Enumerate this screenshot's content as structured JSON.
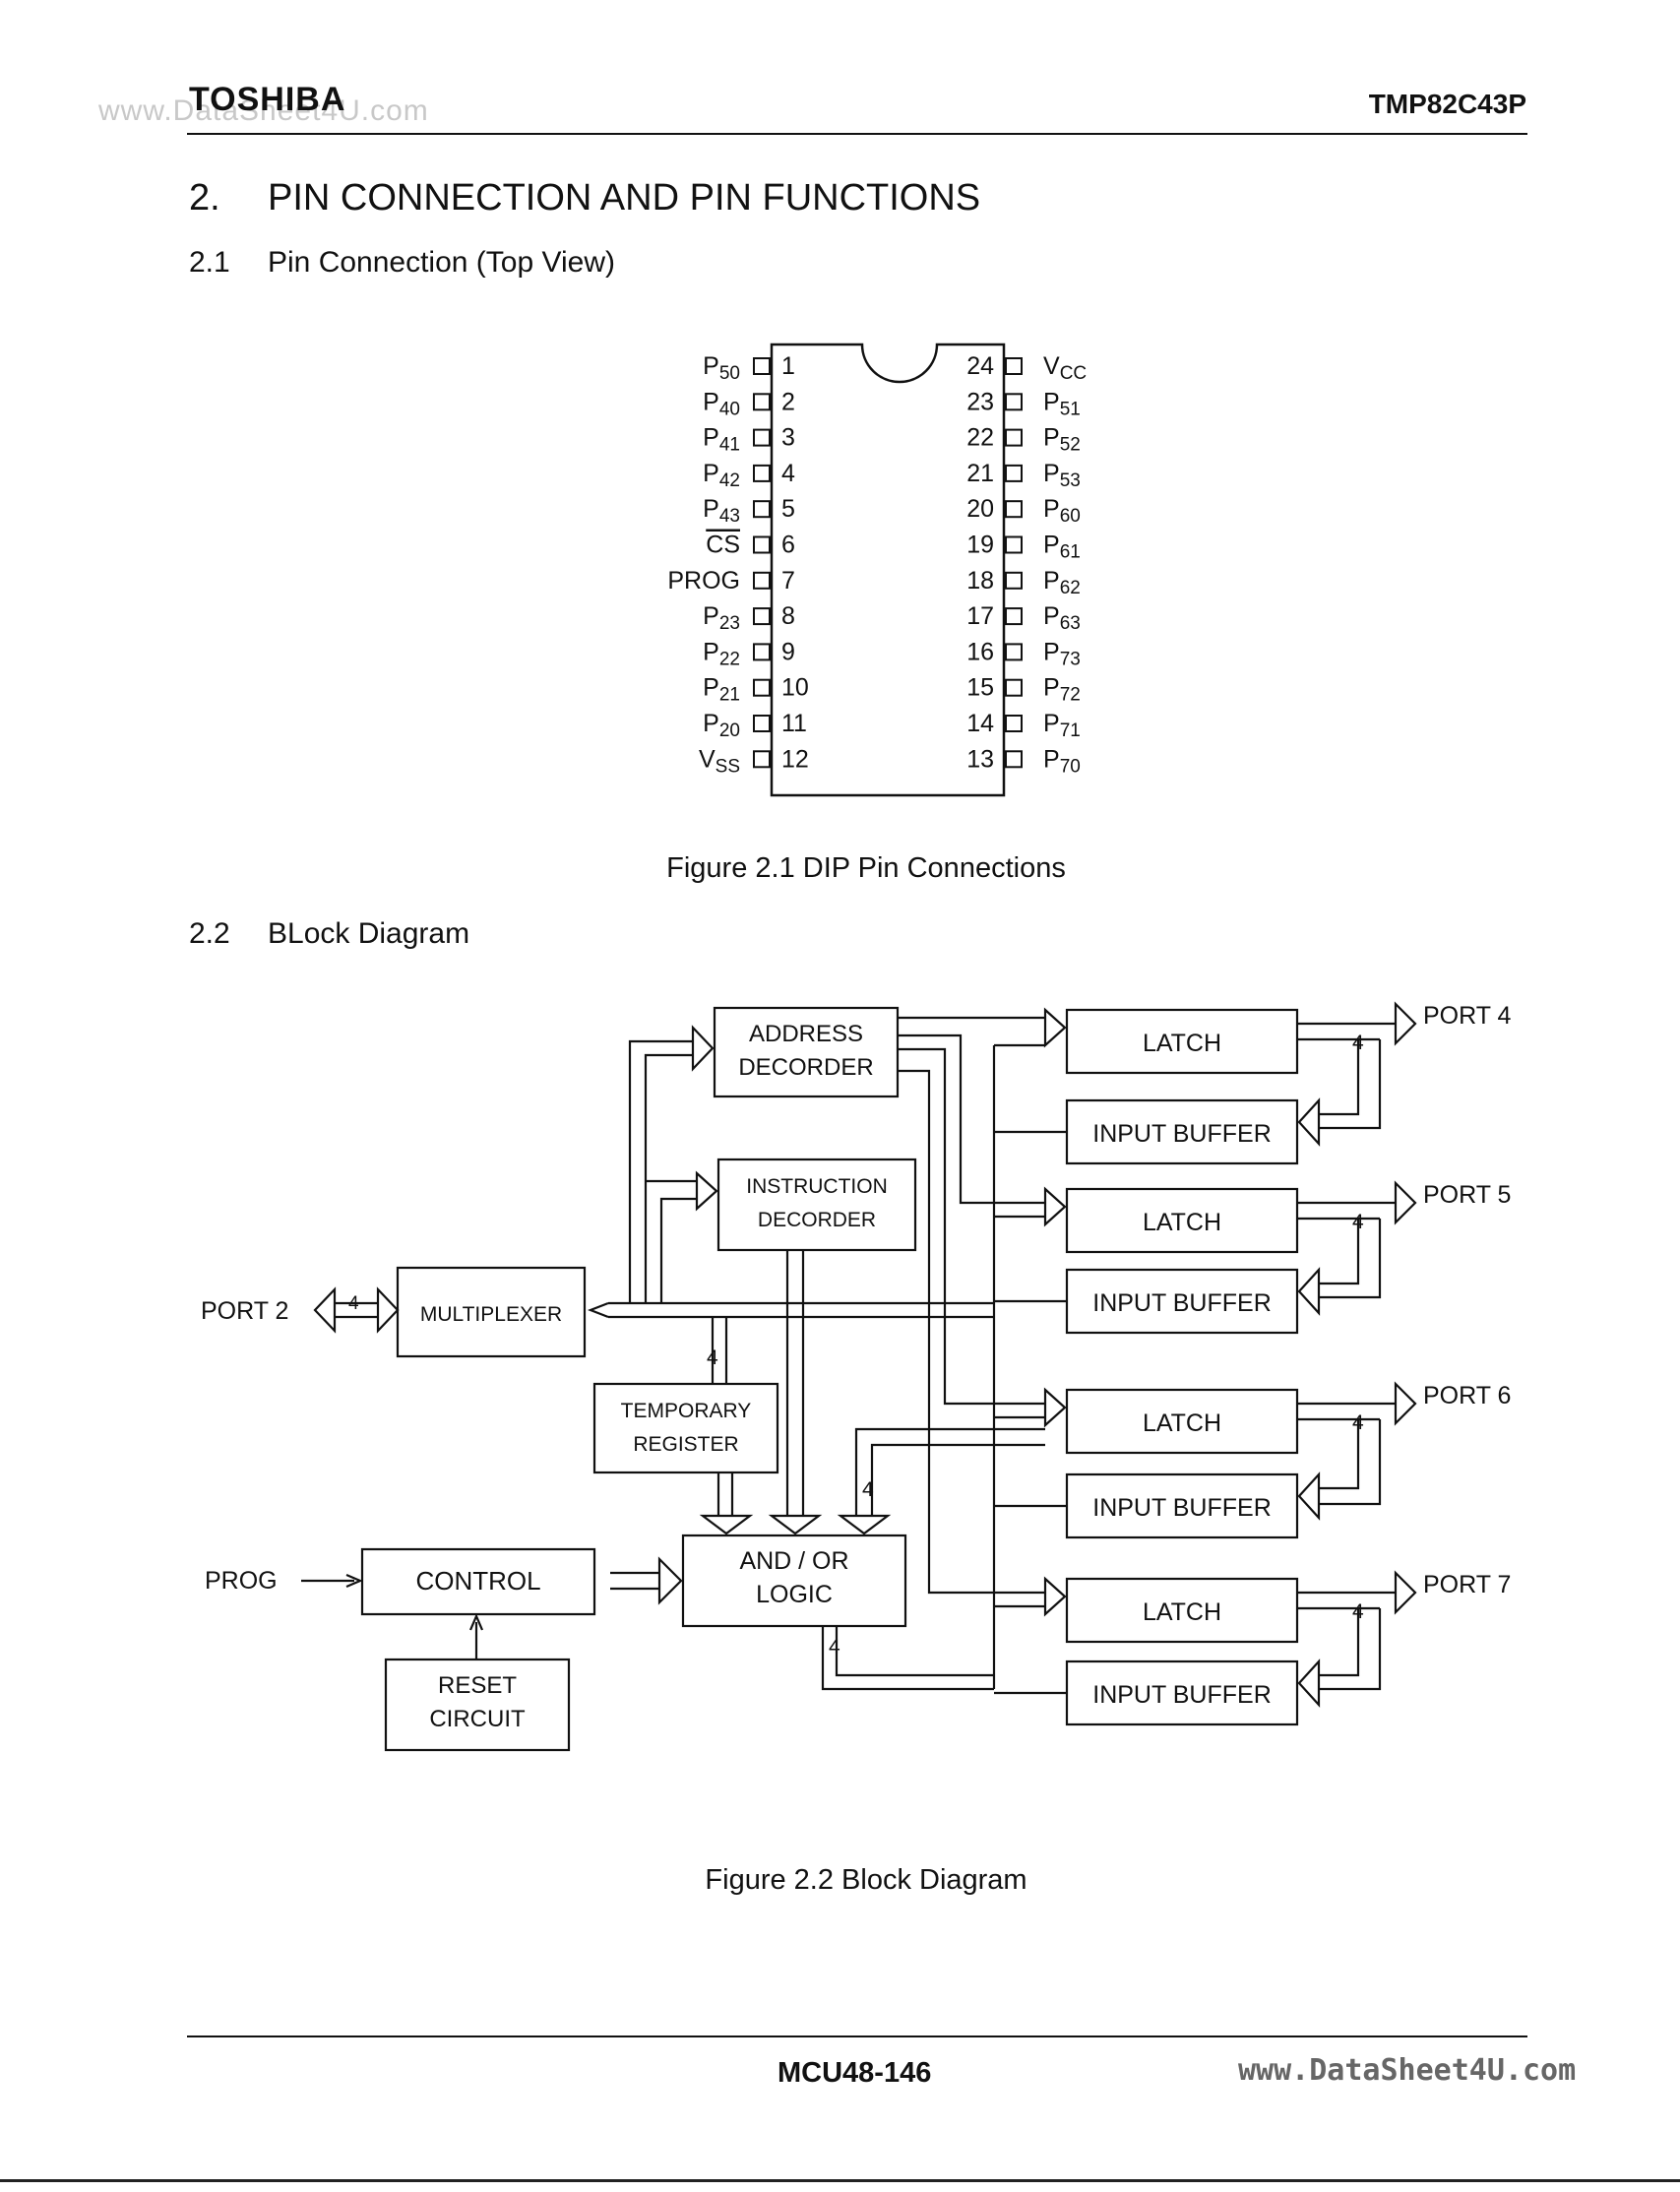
{
  "header": {
    "brand": "TOSHIBA",
    "watermark": "www.DataSheet4U.com",
    "part_number": "TMP82C43P"
  },
  "section": {
    "number": "2.",
    "title": "PIN CONNECTION AND PIN FUNCTIONS"
  },
  "subsection_pin": {
    "number": "2.1",
    "title": "Pin Connection (Top View)"
  },
  "subsection_block": {
    "number": "2.2",
    "title": "BLock Diagram"
  },
  "figure1": {
    "caption": "Figure 2.1   DIP Pin Connections",
    "left_pins": [
      {
        "num": "1",
        "label": "P",
        "sub": "50"
      },
      {
        "num": "2",
        "label": "P",
        "sub": "40"
      },
      {
        "num": "3",
        "label": "P",
        "sub": "41"
      },
      {
        "num": "4",
        "label": "P",
        "sub": "42"
      },
      {
        "num": "5",
        "label": "P",
        "sub": "43"
      },
      {
        "num": "6",
        "label": "CS",
        "sub": "",
        "overline": true
      },
      {
        "num": "7",
        "label": "PROG",
        "sub": ""
      },
      {
        "num": "8",
        "label": "P",
        "sub": "23"
      },
      {
        "num": "9",
        "label": "P",
        "sub": "22"
      },
      {
        "num": "10",
        "label": "P",
        "sub": "21"
      },
      {
        "num": "11",
        "label": "P",
        "sub": "20"
      },
      {
        "num": "12",
        "label": "V",
        "sub": "SS"
      }
    ],
    "right_pins": [
      {
        "num": "24",
        "label": "V",
        "sub": "CC"
      },
      {
        "num": "23",
        "label": "P",
        "sub": "51"
      },
      {
        "num": "22",
        "label": "P",
        "sub": "52"
      },
      {
        "num": "21",
        "label": "P",
        "sub": "53"
      },
      {
        "num": "20",
        "label": "P",
        "sub": "60"
      },
      {
        "num": "19",
        "label": "P",
        "sub": "61"
      },
      {
        "num": "18",
        "label": "P",
        "sub": "62"
      },
      {
        "num": "17",
        "label": "P",
        "sub": "63"
      },
      {
        "num": "16",
        "label": "P",
        "sub": "73"
      },
      {
        "num": "15",
        "label": "P",
        "sub": "72"
      },
      {
        "num": "14",
        "label": "P",
        "sub": "71"
      },
      {
        "num": "13",
        "label": "P",
        "sub": "70"
      }
    ]
  },
  "figure2": {
    "caption": "Figure 2.2   Block Diagram",
    "blocks": {
      "address_decoder": [
        "ADDRESS",
        "DECORDER"
      ],
      "instruction_decoder": [
        "INSTRUCTION",
        "DECORDER"
      ],
      "multiplexer": "MULTIPLEXER",
      "temporary_register": [
        "TEMPORARY",
        "REGISTER"
      ],
      "and_or_logic": [
        "AND / OR",
        "LOGIC"
      ],
      "control": "CONTROL",
      "reset_circuit": [
        "RESET",
        "CIRCUIT"
      ],
      "latch": "LATCH",
      "input_buffer": "INPUT BUFFER"
    },
    "external": {
      "port2": "PORT 2",
      "prog": "PROG",
      "ports": [
        "PORT 4",
        "PORT 5",
        "PORT 6",
        "PORT 7"
      ]
    },
    "bus_width": "4"
  },
  "footer": {
    "page": "MCU48-146",
    "watermark": "www.DataSheet4U.com"
  }
}
